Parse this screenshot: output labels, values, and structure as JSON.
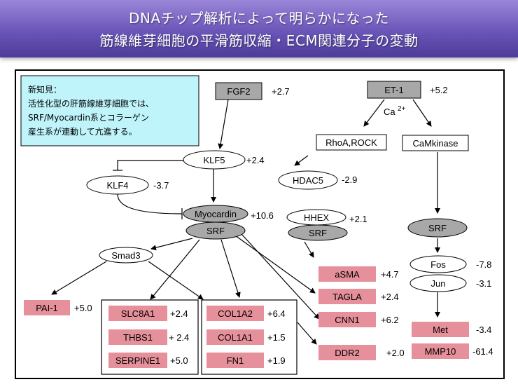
{
  "title": {
    "line1": "DNAチップ解析によって明らかになった",
    "line2": "筋線維芽細胞の平滑筋収縮・ECM関連分子の変動"
  },
  "note": {
    "line1": "新知見：",
    "line2": "活性化型の肝筋線維芽細胞では、",
    "line3": "SRF/Myocardin系とコラーゲン",
    "line4": "産生系が連動して亢進する。"
  },
  "nodes": {
    "fgf2": {
      "label": "FGF2",
      "value": "+2.7"
    },
    "et1": {
      "label": "ET-1",
      "value": "+5.2"
    },
    "ca": {
      "label": "Ca",
      "sup": "2+"
    },
    "klf5": {
      "label": "KLF5",
      "value": "+2.4"
    },
    "klf4": {
      "label": "KLF4",
      "value": "-3.7"
    },
    "rhoa": {
      "label": "RhoA,ROCK"
    },
    "camk": {
      "label": "CaMkinase"
    },
    "hdac5": {
      "label": "HDAC5",
      "value": "-2.9"
    },
    "myocardin": {
      "label": "Myocardin",
      "value": "+10.6"
    },
    "srf1": {
      "label": "SRF"
    },
    "hhex": {
      "label": "HHEX",
      "value": "+2.1"
    },
    "srf2": {
      "label": "SRF"
    },
    "srf3": {
      "label": "SRF"
    },
    "smad3": {
      "label": "Smad3"
    },
    "fos": {
      "label": "Fos",
      "value": "-7.8"
    },
    "jun": {
      "label": "Jun",
      "value": "-3.1"
    },
    "pai1": {
      "label": "PAI-1",
      "value": "+5.0"
    },
    "slc8a1": {
      "label": "SLC8A1",
      "value": "+2.4"
    },
    "thbs1": {
      "label": "THBS1",
      "value": "+ 2.4"
    },
    "serpine1": {
      "label": "SERPINE1",
      "value": "+5.0"
    },
    "col1a2": {
      "label": "COL1A2",
      "value": "+6.4"
    },
    "col1a1": {
      "label": "COL1A1",
      "value": "+1.5"
    },
    "fn1": {
      "label": "FN1",
      "value": "+1.9"
    },
    "asma": {
      "label": "aSMA",
      "value": "+4.7"
    },
    "tagla": {
      "label": "TAGLA",
      "value": "+2.4"
    },
    "cnn1": {
      "label": "CNN1",
      "value": "+6.2"
    },
    "ddr2": {
      "label": "DDR2",
      "value": "+2.0"
    },
    "met": {
      "label": "Met",
      "value": "-3.4"
    },
    "mmp10": {
      "label": "MMP10",
      "value": "-61.4"
    }
  },
  "colors": {
    "banner": "#6a55b8",
    "note_bg": "#bff4fb",
    "gray_node": "#a8a8a8",
    "pink_node": "#e5909a"
  }
}
